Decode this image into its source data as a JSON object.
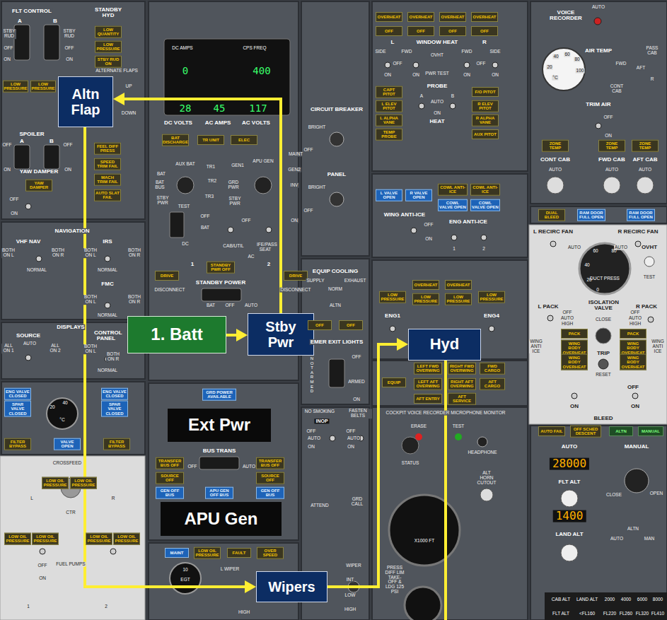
{
  "diagram": {
    "nodes": [
      {
        "text": [
          "Altn Flap"
        ]
      },
      {
        "text": [
          "1. Batt"
        ]
      },
      {
        "text": [
          "Stby Pwr"
        ]
      },
      {
        "text": [
          "Hyd"
        ]
      },
      {
        "text": [
          "Ext Pwr"
        ]
      },
      {
        "text": [
          "APU Gen"
        ]
      },
      {
        "text": [
          "Wipers"
        ]
      }
    ],
    "edges": [
      {
        "from": 1,
        "to": 2,
        "arrow": "to"
      },
      {
        "from": 2,
        "to": 0,
        "arrow": "to"
      },
      {
        "from": 0,
        "to": 6,
        "arrow": "to"
      },
      {
        "from": 6,
        "to": 3,
        "arrow": "to"
      }
    ],
    "labels": [
      "FLT CONTROL",
      "A",
      "B",
      "STBY RUD",
      "OFF",
      "ON",
      "STBY RUD",
      "OFF",
      "ON",
      "LOW PRESSURE",
      "LOW PRESSURE",
      "STANDBY HYD",
      "LOW QUANTITY",
      "LOW PRESSURE",
      "STBY RUD ON",
      "ALTERNATE FLAPS",
      "UP",
      "DOWN",
      "SPOILER",
      "A",
      "B",
      "OFF",
      "OFF",
      "ON",
      "ON",
      "FEEL DIFF PRESS",
      "SPEED TRIM FAIL",
      "MACH TRIM FAIL",
      "AUTO SLAT FAIL",
      "YAW DAMPER",
      "YAW DAMPER",
      "OFF",
      "ON",
      "NAVIGATION",
      "VHF NAV",
      "BOTH ON L",
      "BOTH ON R",
      "NORMAL",
      "IRS",
      "BOTH ON L",
      "BOTH ON R",
      "NORMAL",
      "FMC",
      "BOTH ON L",
      "BOTH ON R",
      "NORMAL",
      "DISPLAYS",
      "SOURCE",
      "AUTO",
      "ALL ON 1",
      "ALL ON 2",
      "CONTROL PANEL",
      "BOTH ON L",
      "BOTH ON R",
      "NORMAL",
      "ENG VALVE CLOSED",
      "SPAR VALVE CLOSED",
      "ENG VALVE CLOSED",
      "SPAR VALVE CLOSED",
      "20",
      "40",
      "°C",
      "FILTER BYPASS",
      "VALVE OPEN",
      "FILTER BYPASS",
      "CROSSFEED",
      "LOW OIL PRESSURE",
      "LOW OIL PRESSURE",
      "L",
      "R",
      "CTR",
      "LOW OIL PRESSURE",
      "LOW OIL PRESSURE",
      "LOW OIL PRESSURE",
      "LOW OIL PRESSURE",
      "OFF",
      "ON",
      "FUEL PUMPS",
      "1",
      "2",
      "DC AMPS",
      "CPS FREQ",
      "0",
      "400",
      "28",
      "45",
      "117",
      "DC VOLTS",
      "AC AMPS",
      "AC VOLTS",
      "BAT DISCHARGE",
      "TR UNIT",
      "ELEC",
      "MAINT",
      "AUX BAT",
      "TR1",
      "BAT",
      "TR2",
      "BAT BUS",
      "STBY PWR",
      "TEST",
      "TR3",
      "GEN1",
      "APU GEN",
      "GEN2",
      "GRD PWR",
      "INV",
      "STBY PWR",
      "OFF",
      "BAT",
      "OFF",
      "ON",
      "CAB/UTIL",
      "IFE/PASS SEAT",
      "DC",
      "AC",
      "1",
      "2",
      "DRIVE",
      "STANDBY PWR OFF",
      "DRIVE",
      "STANDBY POWER",
      "DISCONNECT",
      "DISCONNECT",
      "BAT",
      "OFF",
      "AUTO",
      "GRD POWER AVAILABLE",
      "BUS TRANS",
      "OFF",
      "AUTO",
      "TRANSFER BUS OFF",
      "SOURCE OFF",
      "GEN OFF BUS",
      "APU GEN OFF BUS",
      "TRANSFER BUS OFF",
      "SOURCE OFF",
      "GEN OFF BUS",
      "MAINT",
      "LOW OIL PRESSURE",
      "FAULT",
      "OVER SPEED",
      "EGT",
      "10",
      "L WIPER",
      "HIGH",
      "CIRCUIT BREAKER",
      "BRIGHT",
      "OFF",
      "PANEL",
      "BRIGHT",
      "OFF",
      "EQUIP COOLING",
      "SUPPLY",
      "EXHAUST",
      "NORM",
      "ALTN",
      "OFF",
      "OFF",
      "EMER EXIT LIGHTS",
      "NOT ARMED",
      "OFF",
      "ARMED",
      "ON",
      "NO SMOKING",
      "INOP",
      "FASTEN BELTS",
      "OFF",
      "AUTO",
      "ON",
      "OFF",
      "AUTO",
      "ON",
      "ATTEND",
      "GRD CALL",
      "WIPER",
      "INT",
      "LOW",
      "HIGH",
      "PRESS DIFF LIM TAKE-OFF & LDG 125 PSI",
      "OVERHEAT",
      "OVERHEAT",
      "OVERHEAT",
      "OVERHEAT",
      "OFF",
      "OFF",
      "OFF",
      "OFF",
      "L",
      "WINDOW HEAT",
      "R",
      "SIDE",
      "FWD",
      "OVHT",
      "FWD",
      "SIDE",
      "OFF",
      "ON",
      "ON",
      "PWR TEST",
      "OFF",
      "ON",
      "ON",
      "CAPT PITOT",
      "L ELEV PITOT",
      "L ALPHA VANE",
      "TEMP PROBE",
      "PROBE",
      "A",
      "AUTO",
      "B",
      "ON",
      "HEAT",
      "F/O PITOT",
      "R ELEV PITOT",
      "R ALPHA VANE",
      "AUX PITOT",
      "L VALVE OPEN",
      "R VALVE OPEN",
      "COWL ANTI-ICE",
      "COWL ANTI-ICE",
      "COWL VALVE OPEN",
      "COWL VALVE OPEN",
      "WING ANTI-ICE",
      "OFF",
      "ON",
      "ENG ANTI-ICE",
      "1",
      "2",
      "LOW PRESSURE",
      "OVERHEAT",
      "LOW PRESSURE",
      "OVERHEAT",
      "LOW PRESSURE",
      "LOW PRESSURE",
      "ENG1",
      "ENG4",
      "EQUIP",
      "LEFT FWD OVERWING",
      "RIGHT FWD OVERWING",
      "FWD CARGO",
      "LEFT AFT OVERWING",
      "RIGHT AFT OVERWING",
      "AFT CARGO",
      "AFT ENTRY",
      "AFT SERVICE",
      "COCKPIT VOICE RECORDER MICROPHONE MONITOR",
      "ERASE",
      "TEST",
      "STATUS",
      "HEADPHONE",
      "ALT HORN CUTOUT",
      "X1000 FT",
      "VOICE RECORDER",
      "AUTO",
      "AIR TEMP",
      "PASS CAB",
      "20",
      "40",
      "60",
      "80",
      "100",
      "°C",
      "FWD",
      "AFT",
      "CONT CAB",
      "R",
      "TRIM AIR",
      "OFF",
      "ON",
      "ZONE TEMP",
      "ZONE TEMP",
      "ZONE TEMP",
      "CONT CAB",
      "FWD CAB",
      "AFT CAB",
      "AUTO",
      "AUTO",
      "AUTO",
      "DUAL BLEED",
      "RAM DOOR FULL OPEN",
      "RAM DOOR FULL OPEN",
      "L RECIRC FAN",
      "R RECIRC FAN",
      "AUTO",
      "AUTO",
      "DUCT PRESS",
      "OVHT",
      "TEST",
      "60",
      "80",
      "40",
      "20",
      "0",
      "L PACK",
      "ISOLATION VALVE",
      "R PACK",
      "OFF",
      "AUTO",
      "HIGH",
      "CLOSE",
      "OFF",
      "AUTO",
      "HIGH",
      "WING ANTI ICE",
      "WING ANTI ICE",
      "PACK",
      "WING BODY OVERHEAT",
      "WING BODY OVERHEAT",
      "PACK",
      "WING BODY OVERHEAT",
      "WING BODY OVERHEAT",
      "TRIP",
      "RESET",
      "OFF",
      "ON",
      "ON",
      "BLEED",
      "AUTO FAIL",
      "OFF SCHED DESCENT",
      "ALTN",
      "MANUAL",
      "AUTO",
      "MANUAL",
      "28000",
      "FLT ALT",
      "1400",
      "LAND ALT",
      "CLOSE",
      "OPEN",
      "ALTN",
      "AUTO",
      "MAN",
      "CAB ALT",
      "LAND ALT",
      "2000",
      "4000",
      "6000",
      "8000",
      "FLT ALT",
      "<FL160",
      "FL220",
      "FL260",
      "FL320",
      "FL410"
    ]
  }
}
